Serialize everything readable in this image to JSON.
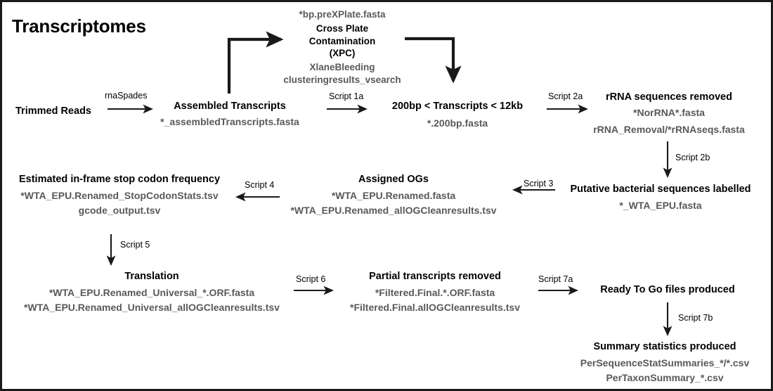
{
  "diagram": {
    "title": "Transcriptomes",
    "nodes": [
      {
        "id": "trimmed-reads",
        "title": "Trimmed Reads",
        "files": []
      },
      {
        "id": "assembled-transcripts",
        "title": "Assembled Transcripts",
        "files": [
          "*_assembledTranscripts.fasta"
        ]
      },
      {
        "id": "cross-plate-contamination",
        "title_lines": [
          "Cross Plate",
          "Contamination",
          "(XPC)"
        ],
        "files_above": [
          "*bp.preXPlate.fasta"
        ],
        "files": [
          "XlaneBleeding",
          "clusteringresults_vsearch"
        ]
      },
      {
        "id": "transcript-size-filter",
        "title": "200bp < Transcripts < 12kb",
        "files": [
          "*.200bp.fasta"
        ]
      },
      {
        "id": "rrna-removed",
        "title": "rRNA sequences removed",
        "files": [
          "*NorRNA*.fasta",
          "rRNA_Removal/*rRNAseqs.fasta"
        ]
      },
      {
        "id": "bacterial-labelled",
        "title": "Putative bacterial sequences labelled",
        "files": [
          "*_WTA_EPU.fasta"
        ]
      },
      {
        "id": "assigned-ogs",
        "title": "Assigned OGs",
        "files": [
          "*WTA_EPU.Renamed.fasta",
          "*WTA_EPU.Renamed_allOGCleanresults.tsv"
        ]
      },
      {
        "id": "stop-codon-frequency",
        "title": "Estimated in-frame stop codon frequency",
        "files": [
          "*WTA_EPU.Renamed_StopCodonStats.tsv",
          "gcode_output.tsv"
        ]
      },
      {
        "id": "translation",
        "title": "Translation",
        "files": [
          "*WTA_EPU.Renamed_Universal_*.ORF.fasta",
          "*WTA_EPU.Renamed_Universal_allOGCleanresults.tsv"
        ]
      },
      {
        "id": "partial-transcripts-removed",
        "title": "Partial transcripts removed",
        "files": [
          "*Filtered.Final.*.ORF.fasta",
          "*Filtered.Final.allOGCleanresults.tsv"
        ]
      },
      {
        "id": "ready-to-go",
        "title": "Ready To Go files produced",
        "files": []
      },
      {
        "id": "summary-statistics",
        "title": "Summary statistics produced",
        "files": [
          "PerSequenceStatSummaries_*/*.csv",
          "PerTaxonSummary_*.csv"
        ]
      }
    ],
    "edge_labels": [
      {
        "id": "rnaspades",
        "text": "rnaSpades"
      },
      {
        "id": "script-1a",
        "text": "Script 1a"
      },
      {
        "id": "script-2a",
        "text": "Script 2a"
      },
      {
        "id": "script-2b",
        "text": "Script 2b"
      },
      {
        "id": "script-3",
        "text": "Script 3"
      },
      {
        "id": "script-4",
        "text": "Script 4"
      },
      {
        "id": "script-5",
        "text": "Script 5"
      },
      {
        "id": "script-6",
        "text": "Script 6"
      },
      {
        "id": "script-7a",
        "text": "Script 7a"
      },
      {
        "id": "script-7b",
        "text": "Script 7b"
      }
    ],
    "colors": {
      "title_text": "#000000",
      "file_text": "#595959",
      "arrow": "#1a1a1a",
      "border": "#1a1a1a",
      "background": "#ffffff"
    }
  }
}
